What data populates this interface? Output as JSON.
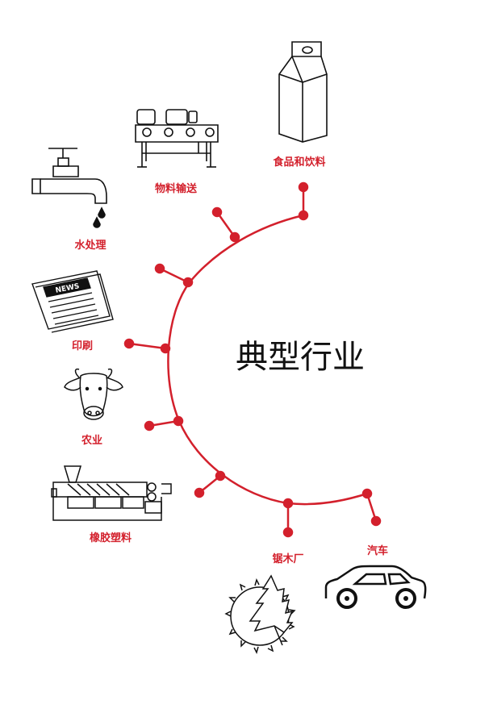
{
  "title": "典型行业",
  "accent_color": "#d3202c",
  "industries": [
    {
      "label": "食品和饮料",
      "icon": "milk-carton-icon"
    },
    {
      "label": "物料输送",
      "icon": "conveyor-belt-icon"
    },
    {
      "label": "水处理",
      "icon": "water-faucet-icon"
    },
    {
      "label": "印刷",
      "icon": "newspaper-icon"
    },
    {
      "label": "农业",
      "icon": "cow-icon"
    },
    {
      "label": "橡胶塑料",
      "icon": "extruder-icon"
    },
    {
      "label": "锯木厂",
      "icon": "saw-blade-tree-icon"
    },
    {
      "label": "汽车",
      "icon": "car-icon"
    }
  ]
}
